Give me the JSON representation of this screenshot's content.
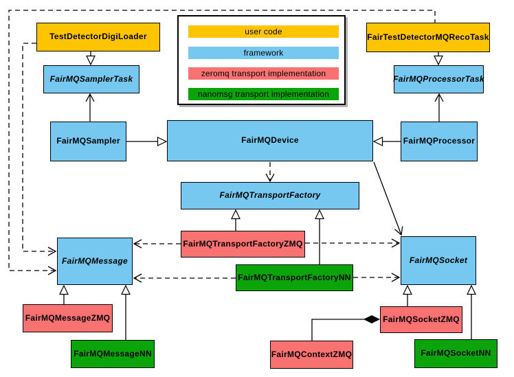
{
  "diagram": {
    "colors": {
      "user_code": "#FFC400",
      "framework": "#77C8F0",
      "zeromq": "#F87272",
      "nanomsg": "#0BA50B",
      "line": "#000000",
      "background": "#FFFFFF"
    },
    "legend": {
      "items": [
        {
          "label": "user code",
          "color": "#FFC400",
          "category": "user"
        },
        {
          "label": "framework",
          "color": "#77C8F0",
          "category": "framework"
        },
        {
          "label": "zeromq transport implementation",
          "color": "#F87272",
          "category": "zeromq"
        },
        {
          "label": "nanomsg transport implementation",
          "color": "#0BA50B",
          "category": "nanomsg"
        }
      ]
    },
    "nodes": {
      "testDetectorDigiLoader": {
        "label": "TestDetectorDigiLoader",
        "category": "user",
        "abstract": false
      },
      "fairTestDetectorMQRecoTask": {
        "label": "FairTestDetectorMQRecoTask",
        "category": "user",
        "abstract": false
      },
      "fairMQSamplerTask": {
        "label": "FairMQSamplerTask",
        "category": "framework",
        "abstract": true
      },
      "fairMQProcessorTask": {
        "label": "FairMQProcessorTask",
        "category": "framework",
        "abstract": true
      },
      "fairMQSampler": {
        "label": "FairMQSampler",
        "category": "framework",
        "abstract": false
      },
      "fairMQDevice": {
        "label": "FairMQDevice",
        "category": "framework",
        "abstract": false
      },
      "fairMQProcessor": {
        "label": "FairMQProcessor",
        "category": "framework",
        "abstract": false
      },
      "fairMQTransportFactory": {
        "label": "FairMQTransportFactory",
        "category": "framework",
        "abstract": true
      },
      "fairMQTransportFactoryZMQ": {
        "label": "FairMQTransportFactoryZMQ",
        "category": "zeromq",
        "abstract": false
      },
      "fairMQTransportFactoryNN": {
        "label": "FairMQTransportFactoryNN",
        "category": "nanomsg",
        "abstract": false
      },
      "fairMQMessage": {
        "label": "FairMQMessage",
        "category": "framework",
        "abstract": true
      },
      "fairMQSocket": {
        "label": "FairMQSocket",
        "category": "framework",
        "abstract": true
      },
      "fairMQMessageZMQ": {
        "label": "FairMQMessageZMQ",
        "category": "zeromq",
        "abstract": false
      },
      "fairMQMessageNN": {
        "label": "FairMQMessageNN",
        "category": "nanomsg",
        "abstract": false
      },
      "fairMQContextZMQ": {
        "label": "FairMQContextZMQ",
        "category": "zeromq",
        "abstract": false
      },
      "fairMQSocketZMQ": {
        "label": "FairMQSocketZMQ",
        "category": "zeromq",
        "abstract": false
      },
      "fairMQSocketNN": {
        "label": "FairMQSocketNN",
        "category": "nanomsg",
        "abstract": false
      }
    },
    "edges": [
      {
        "from": "TestDetectorDigiLoader",
        "to": "FairMQSamplerTask",
        "type": "hollow-triangle",
        "style": "solid"
      },
      {
        "from": "FairTestDetectorMQRecoTask",
        "to": "FairMQProcessorTask",
        "type": "hollow-triangle",
        "style": "solid"
      },
      {
        "from": "FairMQSampler",
        "to": "FairMQDevice",
        "type": "hollow-triangle",
        "style": "solid"
      },
      {
        "from": "FairMQProcessor",
        "to": "FairMQDevice",
        "type": "hollow-triangle",
        "style": "solid"
      },
      {
        "from": "FairMQSampler",
        "to": "FairMQSamplerTask",
        "type": "open-arrow",
        "style": "solid"
      },
      {
        "from": "FairMQProcessor",
        "to": "FairMQProcessorTask",
        "type": "open-arrow",
        "style": "solid"
      },
      {
        "from": "FairMQDevice",
        "to": "FairMQTransportFactory",
        "type": "open-arrow",
        "style": "dashed"
      },
      {
        "from": "FairMQDevice",
        "to": "FairMQSocket",
        "type": "open-arrow",
        "style": "solid"
      },
      {
        "from": "FairMQTransportFactoryZMQ",
        "to": "FairMQTransportFactory",
        "type": "hollow-triangle",
        "style": "solid"
      },
      {
        "from": "FairMQTransportFactoryNN",
        "to": "FairMQTransportFactory",
        "type": "hollow-triangle",
        "style": "solid"
      },
      {
        "from": "FairMQTransportFactoryZMQ",
        "to": "FairMQMessage",
        "type": "open-arrow",
        "style": "dashed"
      },
      {
        "from": "FairMQTransportFactoryZMQ",
        "to": "FairMQSocket",
        "type": "open-arrow",
        "style": "dashed"
      },
      {
        "from": "FairMQTransportFactoryNN",
        "to": "FairMQMessage",
        "type": "open-arrow",
        "style": "dashed"
      },
      {
        "from": "FairMQTransportFactoryNN",
        "to": "FairMQSocket",
        "type": "open-arrow",
        "style": "dashed"
      },
      {
        "from": "TestDetectorDigiLoader",
        "to": "FairMQMessage",
        "type": "open-arrow",
        "style": "dashed"
      },
      {
        "from": "FairTestDetectorMQRecoTask",
        "to": "FairMQMessage",
        "type": "open-arrow",
        "style": "dashed"
      },
      {
        "from": "FairMQMessageZMQ",
        "to": "FairMQMessage",
        "type": "hollow-triangle",
        "style": "solid"
      },
      {
        "from": "FairMQMessageNN",
        "to": "FairMQMessage",
        "type": "hollow-triangle",
        "style": "solid"
      },
      {
        "from": "FairMQSocketZMQ",
        "to": "FairMQSocket",
        "type": "hollow-triangle",
        "style": "solid"
      },
      {
        "from": "FairMQSocketNN",
        "to": "FairMQSocket",
        "type": "hollow-triangle",
        "style": "solid"
      },
      {
        "from": "FairMQContextZMQ",
        "to": "FairMQSocketZMQ",
        "type": "filled-diamond",
        "style": "solid"
      }
    ]
  }
}
